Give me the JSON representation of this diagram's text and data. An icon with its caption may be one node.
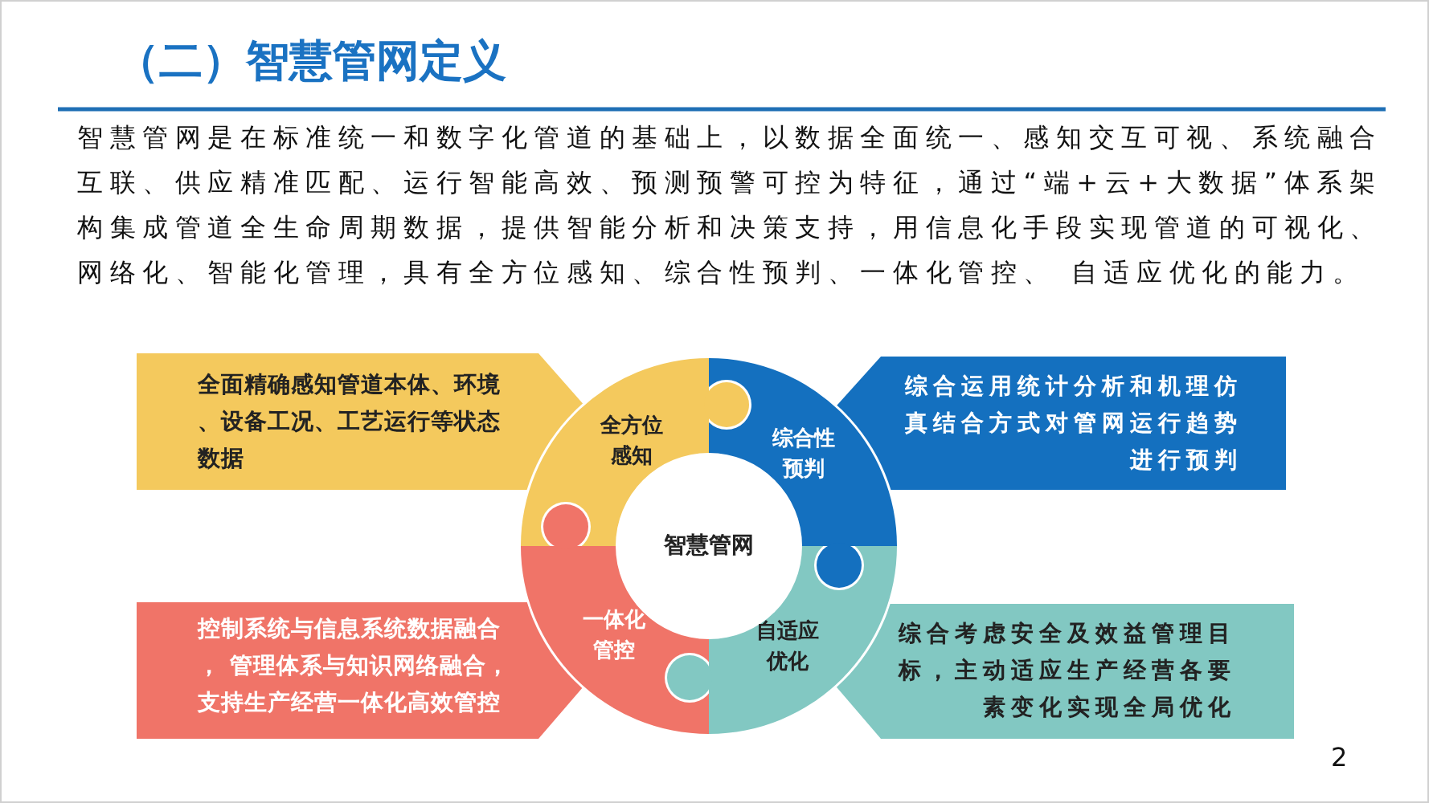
{
  "diagram": {
    "title": "（二）智慧管网定义",
    "nodes": [
      {
        "text": [
          "全面精确感知管道本体、环境、设备工况、工艺运行等状态数据"
        ]
      },
      {
        "text": [
          "全方位感知"
        ]
      },
      {
        "text": [
          "综合性预判"
        ]
      },
      {
        "text": [
          "综合运用统计分析和机理仿真结合方式对管网运行趋势进行预判"
        ]
      },
      {
        "text": [
          "智慧管网"
        ]
      },
      {
        "text": [
          "控制系统与信息系统数据融合， 管理体系与知识网络融合，支持生产经营一体化高效管控"
        ]
      },
      {
        "text": [
          "一体化管控"
        ]
      },
      {
        "text": [
          "自适应优化"
        ]
      },
      {
        "text": [
          "综合考虑安全及效益管理目标，主动适应生产经营各要素变化实现全局优化"
        ]
      }
    ],
    "labels": [
      "智慧管网是在标准统一和数字化管道的基础上，以数据全面统一、感知交互可视、系统融合互联、供应精准匹配、运行智能高效、预测预警可控为特征，通过“端+云+大数据”体系架构集成管道全生命周期数据，提供智能分析和决策支持，用信息化手段实现管道的可视化、网络化、智能化管理，具有全方位感知、综合性预判、一体化管控、 自适应优化的能力。",
      "2"
    ]
  }
}
